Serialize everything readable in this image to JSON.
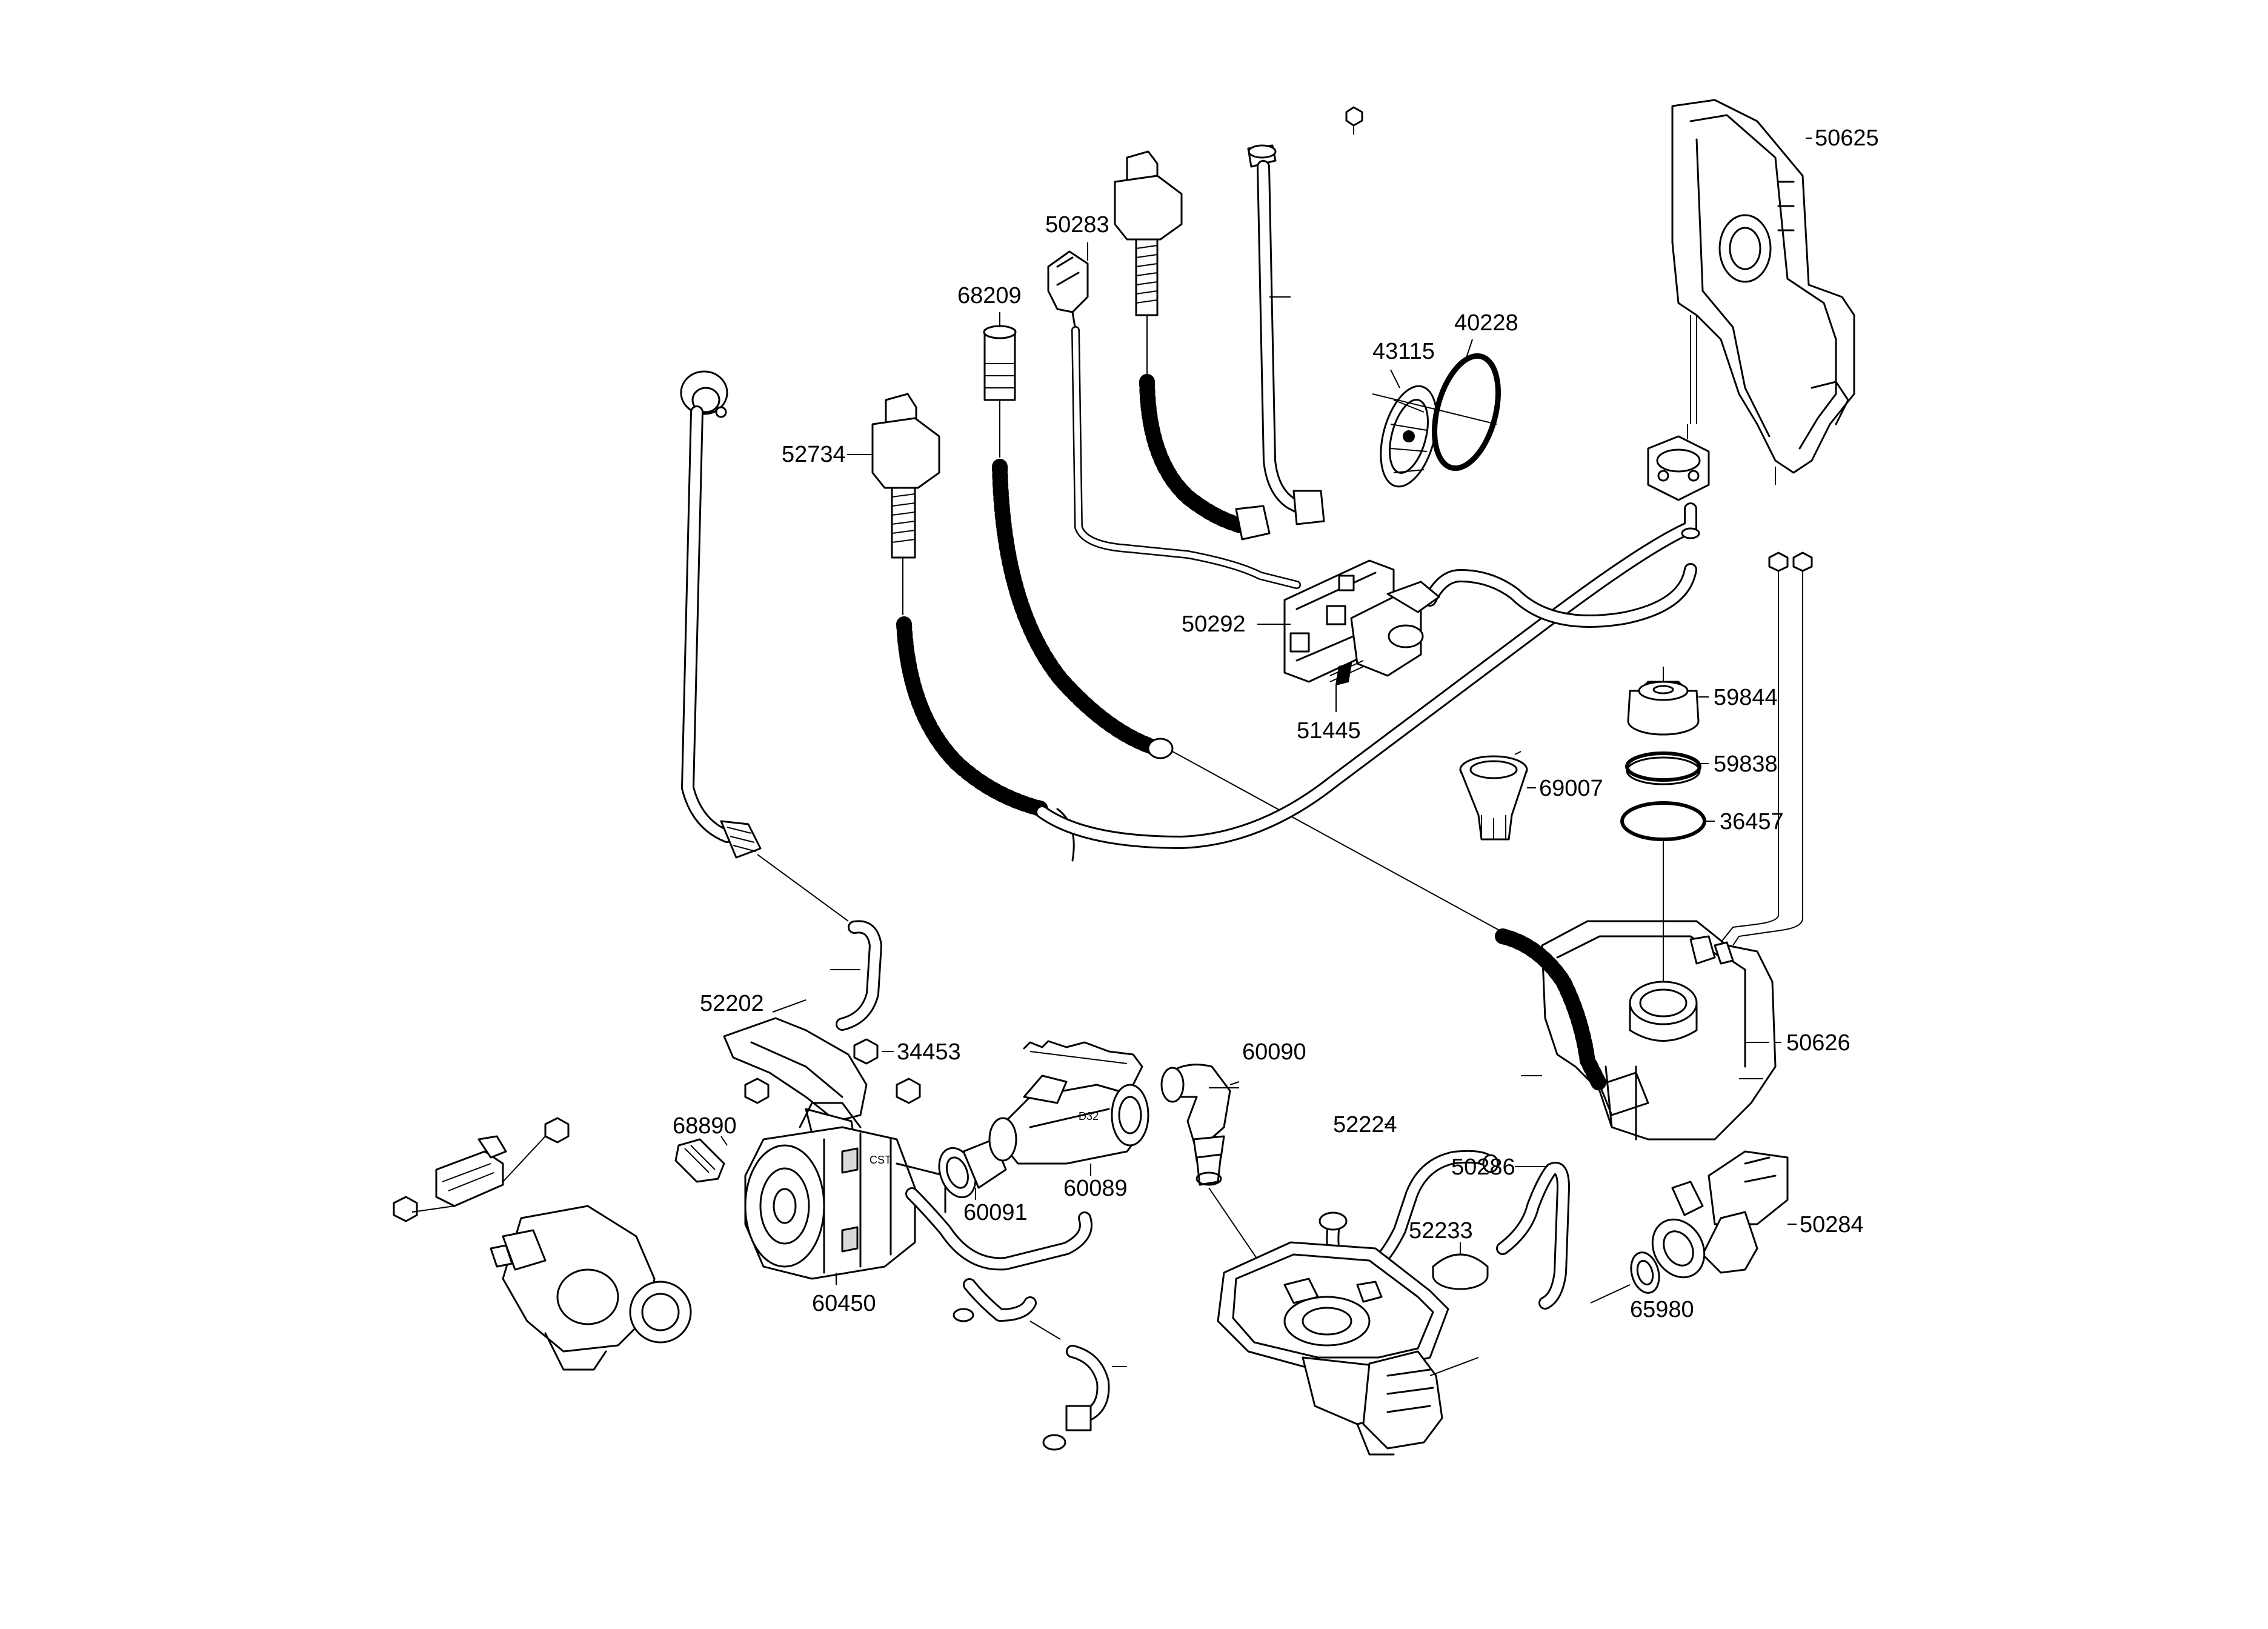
{
  "diagram": {
    "parts": [
      {
        "id": "p50625",
        "number": "50625"
      },
      {
        "id": "p50283",
        "number": "50283"
      },
      {
        "id": "p68209",
        "number": "68209"
      },
      {
        "id": "p43115",
        "number": "43115"
      },
      {
        "id": "p40228",
        "number": "40228"
      },
      {
        "id": "p52734",
        "number": "52734"
      },
      {
        "id": "p50292",
        "number": "50292"
      },
      {
        "id": "p51445",
        "number": "51445"
      },
      {
        "id": "p59844",
        "number": "59844"
      },
      {
        "id": "p59838",
        "number": "59838"
      },
      {
        "id": "p69007",
        "number": "69007"
      },
      {
        "id": "p36457",
        "number": "36457"
      },
      {
        "id": "p52202",
        "number": "52202"
      },
      {
        "id": "p34453",
        "number": "34453"
      },
      {
        "id": "p60090",
        "number": "60090"
      },
      {
        "id": "p50626",
        "number": "50626"
      },
      {
        "id": "p68890",
        "number": "68890"
      },
      {
        "id": "p52224",
        "number": "52224"
      },
      {
        "id": "p50286",
        "number": "50286"
      },
      {
        "id": "p60091",
        "number": "60091"
      },
      {
        "id": "p60089",
        "number": "60089"
      },
      {
        "id": "p52233",
        "number": "52233"
      },
      {
        "id": "p50284",
        "number": "50284"
      },
      {
        "id": "p60450",
        "number": "60450"
      },
      {
        "id": "p65980",
        "number": "65980"
      }
    ],
    "inline_marks": {
      "d32": "D32",
      "cst": "CST"
    }
  }
}
